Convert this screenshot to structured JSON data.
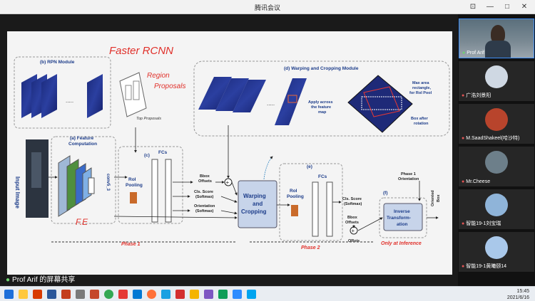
{
  "window": {
    "title": "腾讯会议"
  },
  "controls": {
    "pin": "⊡",
    "minimize": "—",
    "maximize": "□",
    "close": "✕"
  },
  "share": {
    "label": "Prof Arif 的屏幕共享"
  },
  "slide": {
    "handwritten_title": "Faster RCNN",
    "handwritten_rp": "Region",
    "handwritten_rp2": "Proposals",
    "handwritten_fe": "F.E",
    "rpn_module": "(b) RPN Module",
    "warp_module": "(d) Warping and Cropping Module",
    "top_proposals": "Top Proposals",
    "feature_comp_1": "(a) Feature",
    "feature_comp_2": "Computation",
    "input_image": "Input Image",
    "conv": "conv5_3",
    "c_label": "(c)",
    "fcs": "FCs",
    "roi_1": "RoI",
    "roi_2": "Pooling",
    "bbox_1": "Bbox",
    "bbox_2": "Offsets",
    "cls_1": "Cls. Score",
    "cls_2": "(Softmax)",
    "ori_1": "Orientation",
    "ori_2": "(Softmax)",
    "warp_1": "Warping",
    "warp_2": "and",
    "warp_3": "Cropping",
    "e_label": "(e)",
    "fcs2": "FCs",
    "roi2_1": "RoI",
    "roi2_2": "Pooling",
    "cls2_1": "Cls. Score",
    "cls2_2": "(Softmax)",
    "bbox2_1": "Bbox",
    "bbox2_2": "Offsets",
    "orois": "ORois",
    "f_label": "(f)",
    "phase1_ori_1": "Phase 1",
    "phase1_ori_2": "Orientation",
    "inverse_1": "Inverse",
    "inverse_2": "Transform-",
    "inverse_3": "ation",
    "oriented_1": "Oriented",
    "oriented_2": "Box",
    "apply_1": "Apply across",
    "apply_2": "the feature",
    "apply_3": "map",
    "maxarea_1": "Max area",
    "maxarea_2": "rectangle,",
    "maxarea_3": "for RoI Pool",
    "boxafter_1": "Box after",
    "boxafter_2": "rotation",
    "dots": ".....",
    "phase1": "Phase 1",
    "phase2": "Phase 2",
    "inference": "Only at Inference"
  },
  "participants": [
    {
      "name": "Prof Arif",
      "muted": false,
      "video": true
    },
    {
      "name": "广浩刘景阳",
      "muted": true,
      "video": false,
      "color": "#cfd8e3"
    },
    {
      "name": "M.SaadShakeel(哈沙特)",
      "muted": true,
      "video": false,
      "color": "#b8442c"
    },
    {
      "name": "Mr.Cheese",
      "muted": true,
      "video": false,
      "color": "#6d7f8a"
    },
    {
      "name": "智能19-1刘宝瑞",
      "muted": true,
      "video": false,
      "color": "#8fb4d9"
    },
    {
      "name": "智能19-1黄曦颐14",
      "muted": true,
      "video": false,
      "color": "#a9c8ea"
    }
  ],
  "clock": {
    "time": "15:45",
    "date": "2021/6/16"
  }
}
